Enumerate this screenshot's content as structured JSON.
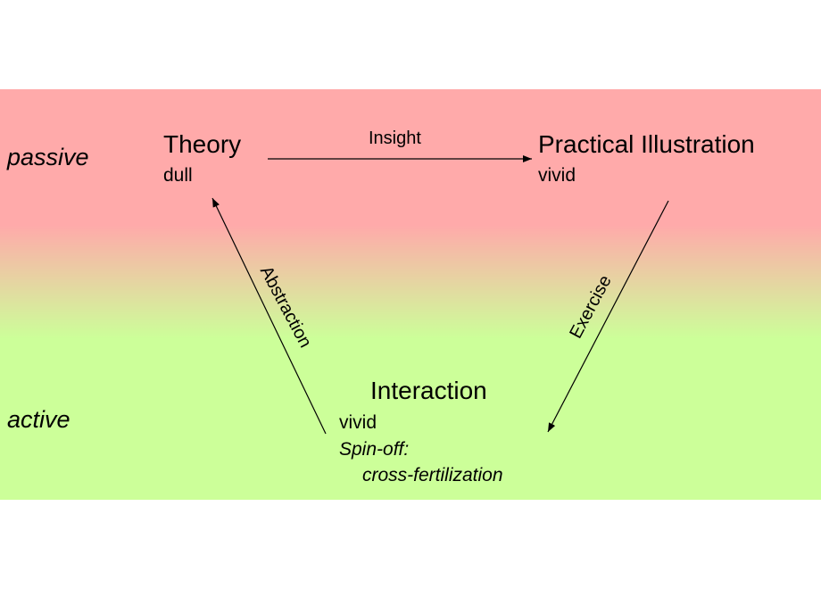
{
  "colors": {
    "passive_band": "#ffaaaa",
    "active_band": "#ccff99",
    "line": "#000000"
  },
  "zones": {
    "passive": "passive",
    "active": "active"
  },
  "nodes": {
    "theory": {
      "title": "Theory",
      "quality": "dull"
    },
    "practical": {
      "title": "Practical Illustration",
      "quality": "vivid"
    },
    "interaction": {
      "title": "Interaction",
      "quality": "vivid",
      "spinoff_label": "Spin-off:",
      "spinoff_value": "cross-fertilization"
    }
  },
  "edges": {
    "insight": "Insight",
    "exercise": "Exercise",
    "abstraction": "Abstraction"
  }
}
